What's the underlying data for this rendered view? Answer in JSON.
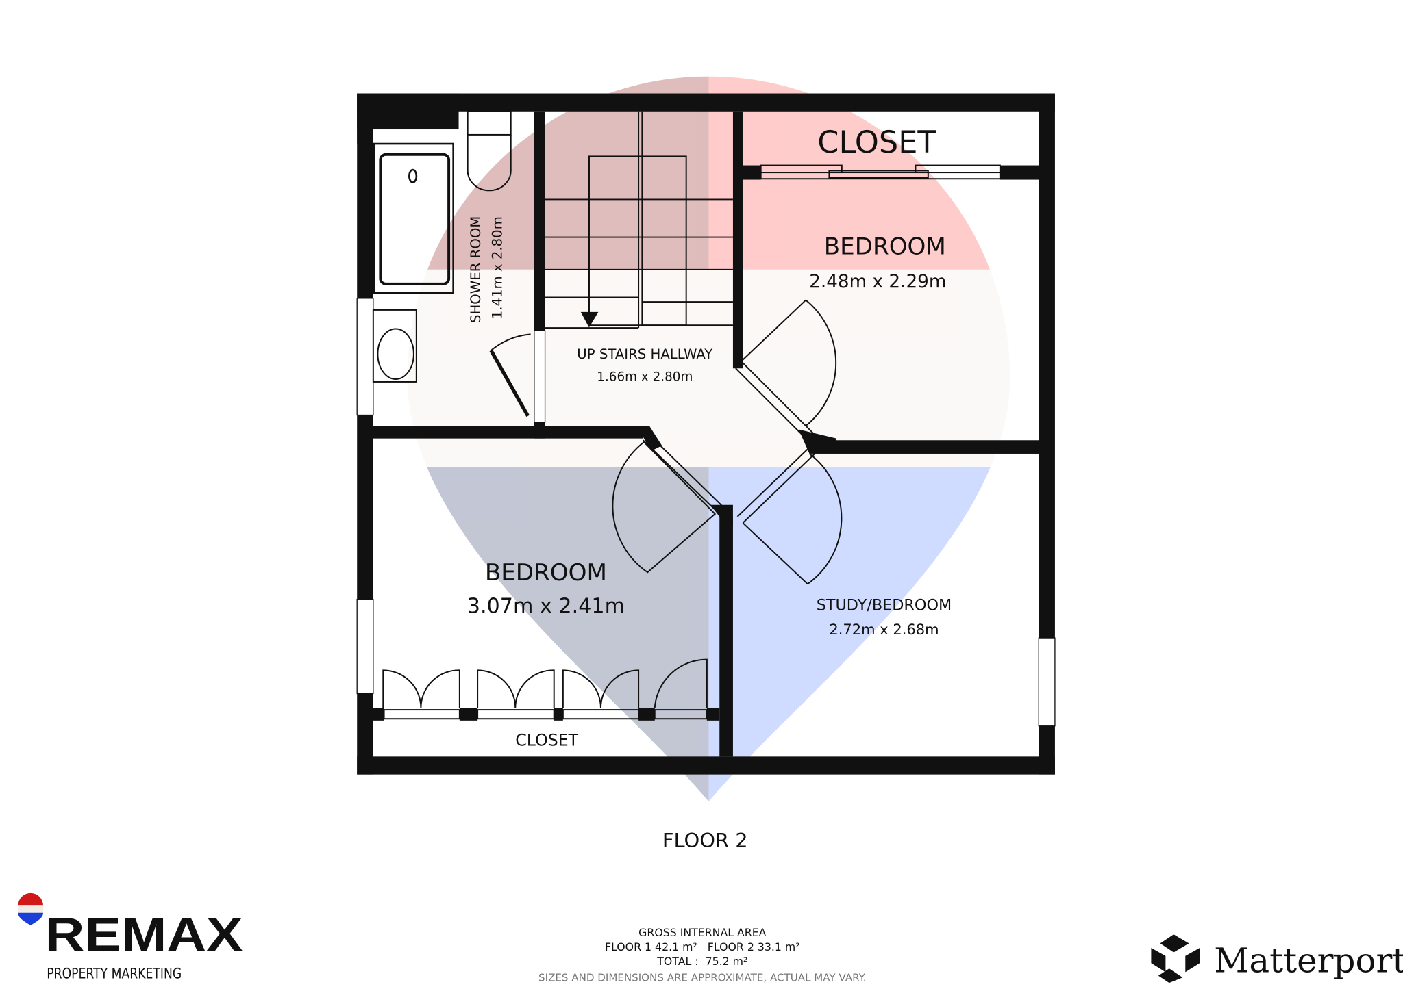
{
  "rooms": {
    "closet_top": {
      "name": "CLOSET"
    },
    "bedroom_top": {
      "name": "BEDROOM",
      "size": "2.48m x 2.29m"
    },
    "hallway": {
      "name": "UP STAIRS HALLWAY",
      "size": "1.66m x 2.80m"
    },
    "shower": {
      "name": "SHOWER ROOM",
      "size": "1.41m x 2.80m"
    },
    "bedroom_bottom": {
      "name": "BEDROOM",
      "size": "3.07m x 2.41m"
    },
    "study": {
      "name": "STUDY/BEDROOM",
      "size": "2.72m x 2.68m"
    },
    "closet_bottom": {
      "name": "CLOSET"
    }
  },
  "floor_label": "FLOOR 2",
  "area": {
    "title": "GROSS INTERNAL AREA",
    "floors": "FLOOR 1 42.1 m²   FLOOR 2 33.1 m²",
    "total": "TOTAL :  75.2 m²",
    "disclaimer": "SIZES AND DIMENSIONS ARE APPROXIMATE, ACTUAL MAY VARY."
  },
  "logos": {
    "remax": {
      "word": "RE/MAX",
      "sub": "PROPERTY MARKETING"
    },
    "matterport": {
      "word": "Matterport"
    }
  },
  "colors": {
    "wall": "#111111",
    "red": "#ff9a9a",
    "blue": "#98b4ff",
    "navy": "#1c2a5c",
    "darkred": "#7a1010"
  }
}
